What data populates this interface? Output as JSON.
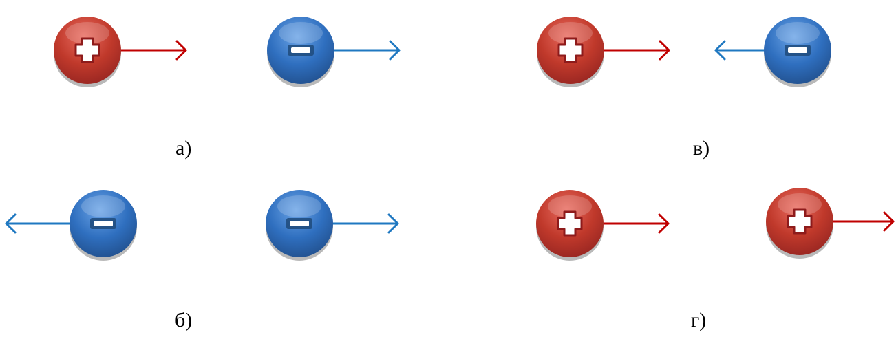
{
  "colors": {
    "positive": "#c0392b",
    "positive_light": "#e86a5e",
    "positive_dark": "#962521",
    "negative": "#2f6fbf",
    "negative_light": "#6aa3e6",
    "negative_dark": "#214f8c",
    "positive_arrow": "#c00000",
    "negative_arrow": "#1f78c1",
    "shadow": "#b9b9b9"
  },
  "panels": [
    {
      "id": "a",
      "caption": "а)",
      "charges": [
        {
          "sign": "positive",
          "symbol": "plus-icon",
          "arrow": "right"
        },
        {
          "sign": "negative",
          "symbol": "minus-icon",
          "arrow": "right"
        }
      ]
    },
    {
      "id": "v",
      "caption": "в)",
      "charges": [
        {
          "sign": "positive",
          "symbol": "plus-icon",
          "arrow": "right"
        },
        {
          "sign": "negative",
          "symbol": "minus-icon",
          "arrow": "left"
        }
      ]
    },
    {
      "id": "b",
      "caption": "б)",
      "charges": [
        {
          "sign": "negative",
          "symbol": "minus-icon",
          "arrow": "left"
        },
        {
          "sign": "negative",
          "symbol": "minus-icon",
          "arrow": "right"
        }
      ]
    },
    {
      "id": "g",
      "caption": "г)",
      "charges": [
        {
          "sign": "positive",
          "symbol": "plus-icon",
          "arrow": "right"
        },
        {
          "sign": "positive",
          "symbol": "plus-icon",
          "arrow": "right"
        }
      ]
    }
  ]
}
